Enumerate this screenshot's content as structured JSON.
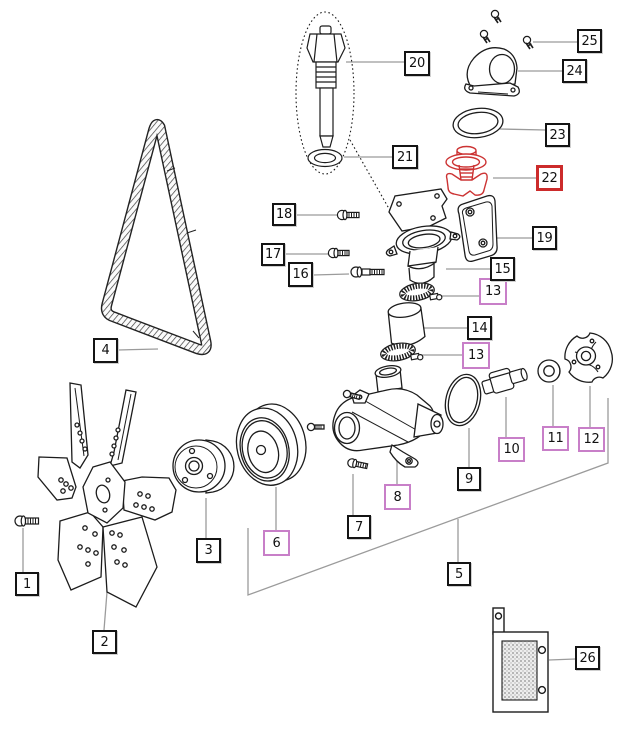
{
  "meta": {
    "description": "Exploded parts diagram of an engine cooling system: fan, V-belt, pulley, water pump, thermostat and housing, numbered callouts 1-26"
  },
  "colors": {
    "callout_border": "#141414",
    "callout_highlight_purple": "#c87fc8",
    "callout_highlight_red": "#cc2b2b",
    "highlighted_part_red": "#cc3333",
    "leader_line": "#9b9b9b",
    "part_line": "#1c1c1c"
  },
  "callouts": {
    "c1": {
      "number": "1",
      "highlight": "none"
    },
    "c2": {
      "number": "2",
      "highlight": "none"
    },
    "c3": {
      "number": "3",
      "highlight": "none"
    },
    "c4": {
      "number": "4",
      "highlight": "none"
    },
    "c5": {
      "number": "5",
      "highlight": "none"
    },
    "c6": {
      "number": "6",
      "highlight": "purple"
    },
    "c7": {
      "number": "7",
      "highlight": "none"
    },
    "c8": {
      "number": "8",
      "highlight": "purple"
    },
    "c9": {
      "number": "9",
      "highlight": "none"
    },
    "c10": {
      "number": "10",
      "highlight": "purple"
    },
    "c11": {
      "number": "11",
      "highlight": "purple"
    },
    "c12": {
      "number": "12",
      "highlight": "purple"
    },
    "c13a": {
      "number": "13",
      "highlight": "purple"
    },
    "c13b": {
      "number": "13",
      "highlight": "purple"
    },
    "c14": {
      "number": "14",
      "highlight": "none"
    },
    "c15": {
      "number": "15",
      "highlight": "none"
    },
    "c16": {
      "number": "16",
      "highlight": "none"
    },
    "c17": {
      "number": "17",
      "highlight": "none"
    },
    "c18": {
      "number": "18",
      "highlight": "none"
    },
    "c19": {
      "number": "19",
      "highlight": "none"
    },
    "c20": {
      "number": "20",
      "highlight": "none"
    },
    "c21": {
      "number": "21",
      "highlight": "none"
    },
    "c22": {
      "number": "22",
      "highlight": "red"
    },
    "c23": {
      "number": "23",
      "highlight": "none"
    },
    "c24": {
      "number": "24",
      "highlight": "none"
    },
    "c25": {
      "number": "25",
      "highlight": "none"
    },
    "c26": {
      "number": "26",
      "highlight": "none"
    }
  },
  "part_icons": {
    "1": "hex-bolt-icon",
    "2": "fan-icon",
    "3": "pulley-hub-icon",
    "4": "v-belt-icon",
    "5": "assembly-bracket-icon",
    "6": "pulley-icon",
    "7": "hex-bolt-icon",
    "8": "water-pump-body-icon",
    "9": "o-ring-gasket-icon",
    "10": "shaft-icon",
    "11": "bearing-seal-icon",
    "12": "impeller-icon",
    "13": "hose-clamp-icon",
    "14": "hose-icon",
    "15": "thermostat-housing-icon",
    "16": "hex-bolt-icon",
    "17": "hex-bolt-icon",
    "18": "hex-bolt-icon",
    "19": "gasket-icon",
    "20": "temperature-sensor-icon",
    "21": "sealing-washer-icon",
    "22": "thermostat-icon",
    "23": "ring-gasket-icon",
    "24": "water-outlet-elbow-icon",
    "25": "screw-icon",
    "26": "cover-plate-icon"
  }
}
